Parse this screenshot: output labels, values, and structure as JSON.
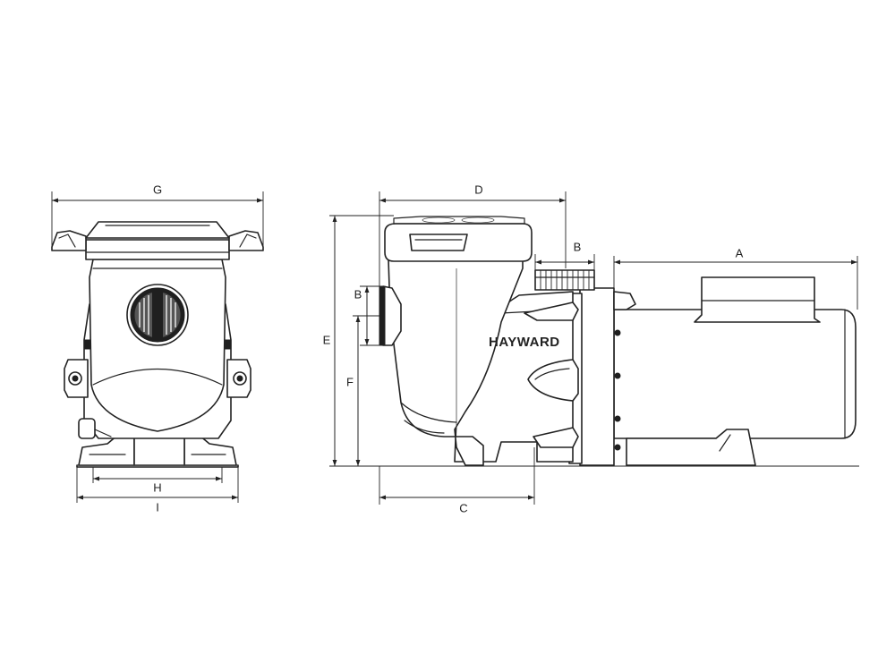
{
  "dimension_labels": {
    "A": "A",
    "B_side": "B",
    "B_inlet": "B",
    "C": "C",
    "D": "D",
    "E": "E",
    "F": "F",
    "G": "G",
    "H": "H",
    "I": "I"
  },
  "brand_label": "HAYWARD",
  "colors": {
    "line": "#222222",
    "background": "#ffffff",
    "dark_fill": "#1f1f1f"
  }
}
